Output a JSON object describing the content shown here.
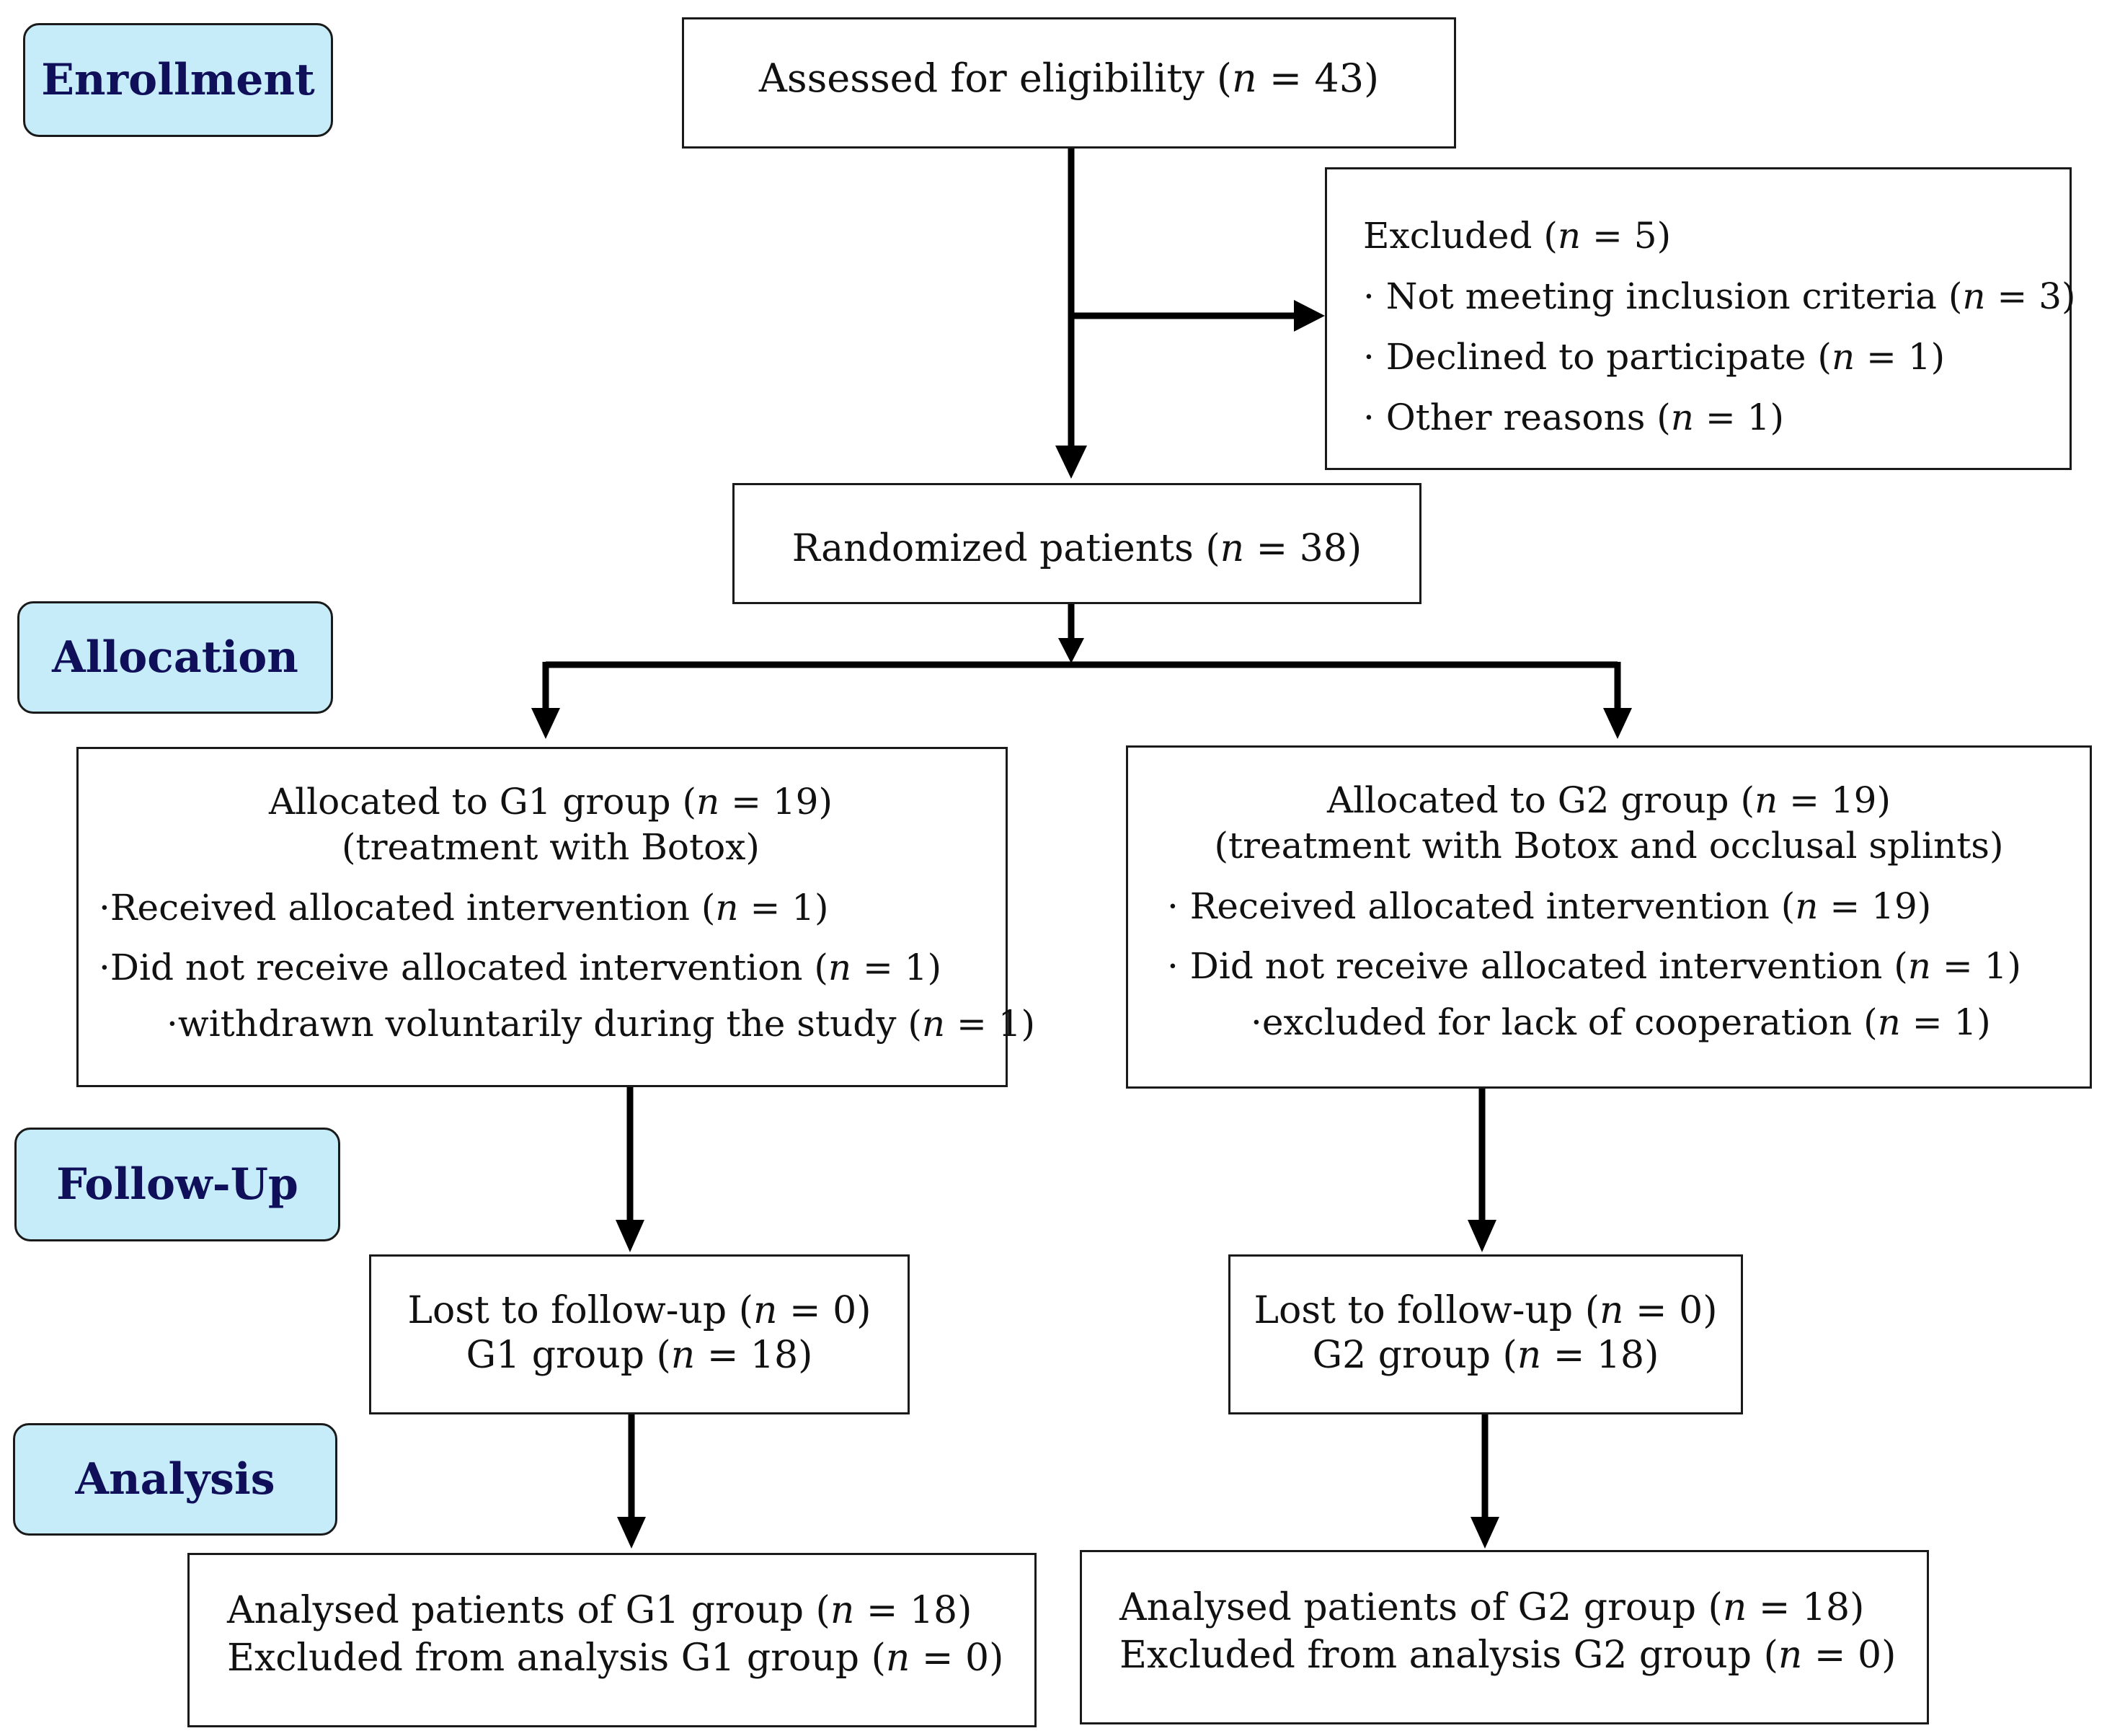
{
  "stages": {
    "enrollment": "Enrollment",
    "allocation": "Allocation",
    "followup": "Follow-Up",
    "analysis": "Analysis"
  },
  "assessed": {
    "prefix": "Assessed for eligibility (",
    "n": "n",
    "rest": " = 43)"
  },
  "excluded": {
    "title": {
      "prefix": "Excluded (",
      "n": "n",
      "rest": " = 5)"
    },
    "items": [
      {
        "prefix": "· Not meeting inclusion criteria (",
        "n": "n",
        "rest": " = 3)"
      },
      {
        "prefix": "· Declined to participate (",
        "n": "n",
        "rest": " = 1)"
      },
      {
        "prefix": "· Other reasons (",
        "n": "n",
        "rest": " = 1)"
      }
    ]
  },
  "randomized": {
    "prefix": "Randomized patients (",
    "n": "n",
    "rest": " = 38)"
  },
  "g1_alloc": {
    "title": {
      "prefix": "Allocated to G1 group (",
      "n": "n",
      "rest": " = 19)"
    },
    "subtitle": "(treatment with Botox)",
    "received": {
      "prefix": "·Received allocated intervention (",
      "n": "n",
      "rest": " = 1)"
    },
    "not_received": {
      "prefix": "·Did not receive allocated intervention (",
      "n": "n",
      "rest": " = 1)"
    },
    "reason": {
      "prefix": "·withdrawn voluntarily during the study (",
      "n": "n",
      "rest": " = 1)"
    }
  },
  "g2_alloc": {
    "title": {
      "prefix": "Allocated to G2 group (",
      "n": "n",
      "rest": " = 19)"
    },
    "subtitle": "(treatment with Botox and occlusal splints)",
    "received": {
      "prefix": "· Received allocated intervention (",
      "n": "n",
      "rest": " = 19)"
    },
    "not_received": {
      "prefix": "· Did not receive allocated intervention (",
      "n": "n",
      "rest": " = 1)"
    },
    "reason": {
      "prefix": "·excluded for lack of cooperation (",
      "n": "n",
      "rest": " = 1)"
    }
  },
  "g1_follow": {
    "lost": {
      "prefix": "Lost to follow-up (",
      "n": "n",
      "rest": " = 0)"
    },
    "group": {
      "prefix": "G1 group (",
      "n": "n",
      "rest": " = 18)"
    }
  },
  "g2_follow": {
    "lost": {
      "prefix": "Lost to follow-up (",
      "n": "n",
      "rest": " = 0)"
    },
    "group": {
      "prefix": "G2 group (",
      "n": "n",
      "rest": " = 18)"
    }
  },
  "g1_analysis": {
    "analysed": {
      "prefix": "Analysed patients of G1 group (",
      "n": "n",
      "rest": " = 18)"
    },
    "excluded": {
      "prefix": "Excluded from analysis G1 group (",
      "n": "n",
      "rest": " = 0)"
    }
  },
  "g2_analysis": {
    "analysed": {
      "prefix": "Analysed patients of G2 group (",
      "n": "n",
      "rest": " = 18)"
    },
    "excluded": {
      "prefix": "Excluded from analysis G2 group (",
      "n": "n",
      "rest": " = 0)"
    }
  }
}
